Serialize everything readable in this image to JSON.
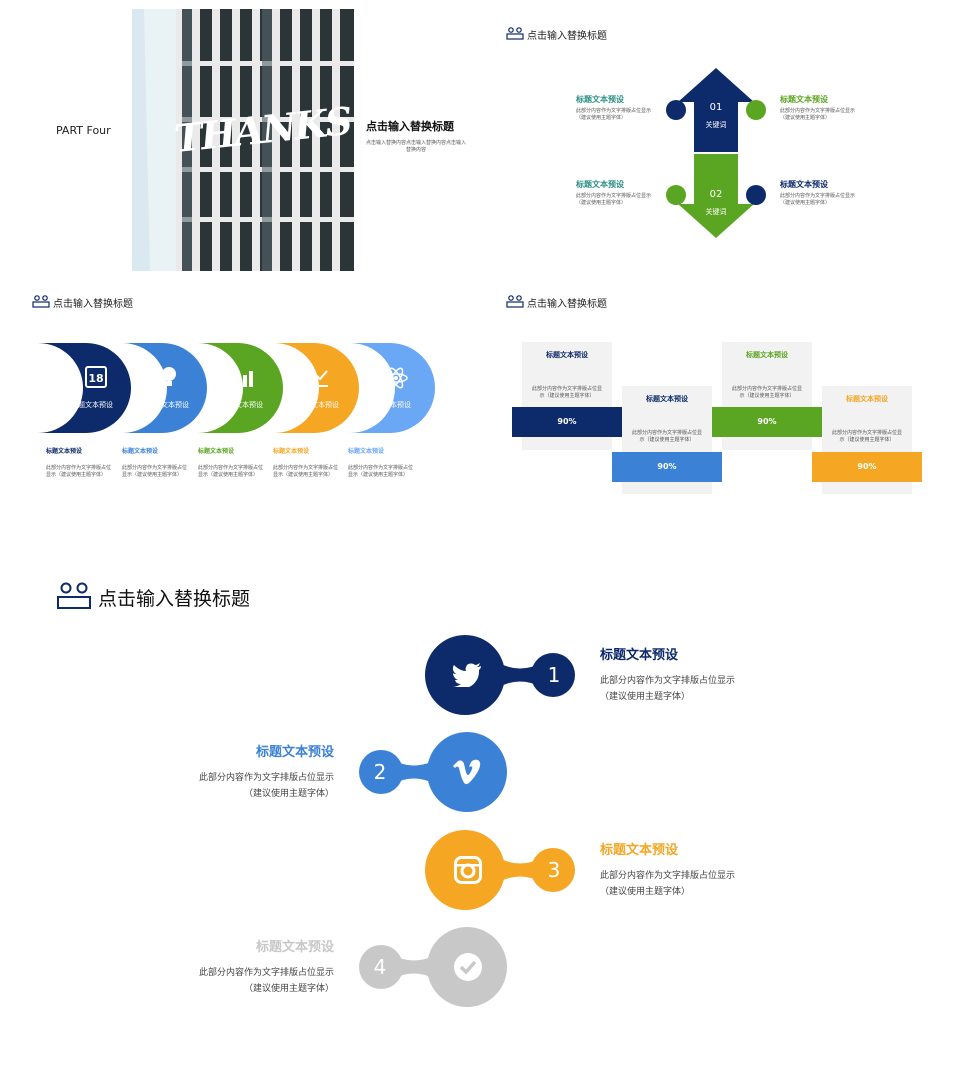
{
  "slide1": {
    "part_label": "PART Four",
    "photo_text": "THANKS",
    "title": "点击输入替换标题",
    "desc": "点击输入替换内容点击输入替换内容点击输入替换内容"
  },
  "slide2": {
    "header": "点击输入替换标题",
    "arrow_up": {
      "num": "01",
      "label": "关键词"
    },
    "arrow_down": {
      "num": "02",
      "label": "关键词"
    },
    "items": [
      {
        "title": "标题文本预设",
        "desc": "此部分内容作为文字排版占位显示（建议使用主题字体）"
      },
      {
        "title": "标题文本预设",
        "desc": "此部分内容作为文字排版占位显示（建议使用主题字体）"
      },
      {
        "title": "标题文本预设",
        "desc": "此部分内容作为文字排版占位显示（建议使用主题字体）"
      },
      {
        "title": "标题文本预设",
        "desc": "此部分内容作为文字排版占位显示（建议使用主题字体）"
      }
    ]
  },
  "slide3": {
    "header": "点击输入替换标题",
    "calendar_num": "18",
    "segments": [
      {
        "label": "标题文本预设",
        "title": "标题文本预设",
        "desc": "此部分内容作为文字排版占位显示（建议使用主题字体）",
        "color": "#0d2a6b"
      },
      {
        "label": "标题文本预设",
        "title": "标题文本预设",
        "desc": "此部分内容作为文字排版占位显示（建议使用主题字体）",
        "color": "#3b82d6"
      },
      {
        "label": "标题文本预设",
        "title": "标题文本预设",
        "desc": "此部分内容作为文字排版占位显示（建议使用主题字体）",
        "color": "#5aa521"
      },
      {
        "label": "标题文本预设",
        "title": "标题文本预设",
        "desc": "此部分内容作为文字排版占位显示（建议使用主题字体）",
        "color": "#f5a623"
      },
      {
        "label": "标题文本预设",
        "title": "标题文本预设",
        "desc": "此部分内容作为文字排版占位显示（建议使用主题字体）",
        "color": "#6aa7f5"
      }
    ]
  },
  "slide4": {
    "header": "点击输入替换标题",
    "cards": [
      {
        "title": "标题文本预设",
        "desc": "此部分内容作为文字排版占位显示（建议使用主题字体）",
        "value": "90%",
        "color": "#0d2a6b"
      },
      {
        "title": "标题文本预设",
        "desc": "此部分内容作为文字排版占位显示（建议使用主题字体）",
        "value": "90%",
        "color": "#3b82d6"
      },
      {
        "title": "标题文本预设",
        "desc": "此部分内容作为文字排版占位显示（建议使用主题字体）",
        "value": "90%",
        "color": "#5aa521"
      },
      {
        "title": "标题文本预设",
        "desc": "此部分内容作为文字排版占位显示（建议使用主题字体）",
        "value": "90%",
        "color": "#f5a623"
      }
    ]
  },
  "slide5": {
    "header": "点击输入替换标题",
    "steps": [
      {
        "num": "1",
        "title": "标题文本预设",
        "desc1": "此部分内容作为文字排版占位显示",
        "desc2": "（建议使用主题字体）",
        "color": "#0d2a6b",
        "icon": "twitter-icon"
      },
      {
        "num": "2",
        "title": "标题文本预设",
        "desc1": "此部分内容作为文字排版占位显示",
        "desc2": "（建议使用主题字体）",
        "color": "#3b82d6",
        "icon": "vimeo-icon"
      },
      {
        "num": "3",
        "title": "标题文本预设",
        "desc1": "此部分内容作为文字排版占位显示",
        "desc2": "（建议使用主题字体）",
        "color": "#f5a623",
        "icon": "instagram-icon"
      },
      {
        "num": "4",
        "title": "标题文本预设",
        "desc1": "此部分内容作为文字排版占位显示",
        "desc2": "（建议使用主题字体）",
        "color": "#c8c8c8",
        "icon": "checkmark-icon"
      }
    ]
  }
}
